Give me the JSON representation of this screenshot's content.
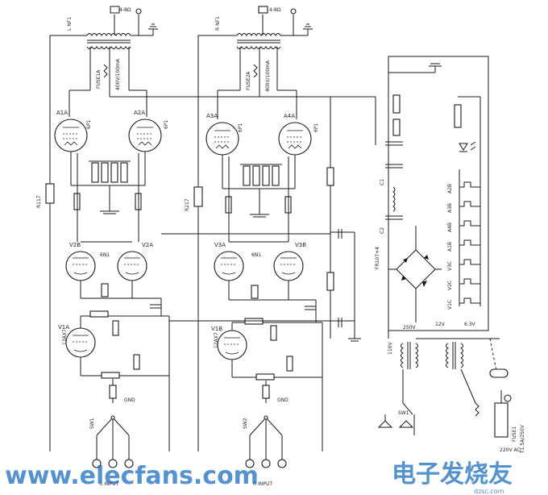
{
  "labels": {
    "spk_left": "4-8Ω",
    "spk_right": "4-8Ω",
    "out_tr_left": "L NF1",
    "out_tr_right": "R NF1",
    "fuse_left": "FUSE1A",
    "fuse_right": "FUSE2A",
    "fuse_left_val": "400V/100mA",
    "fuse_right_val": "400V/100mA",
    "tube_a1a": "A1A",
    "tube_a2a": "A2A",
    "tube_a3a": "A3A",
    "tube_a4a": "A4A",
    "tube_type_out": "6P1",
    "tube_v2b": "V2B",
    "tube_v2a": "V2A",
    "tube_v1a": "V1A",
    "tube_v1b": "V1B",
    "tube_v3a": "V3A",
    "tube_v3b": "V3B",
    "tube_type_pre1": "6N1",
    "tube_type_pre2": "12AX7",
    "r117": "R117",
    "r217": "R217",
    "c1": "C1",
    "c2": "C2",
    "bridge": "FR107×4",
    "ps_250v": "250V",
    "ps_6v3": "6.3V",
    "ps_12v": "12V",
    "ps_110v": "110V",
    "ps_220v": "220V AC",
    "sw1": "SW1",
    "sw2": "SW2",
    "fuse_main": "FUSE1",
    "fuse_main_val": "T1.5A/250V",
    "input_l": "L INPUT",
    "input_r": "R INPUT",
    "gnd": "GND",
    "watermark_en": "www.elecfans.com",
    "watermark_cn": "电子发烧友",
    "watermark_sub": "dzsc.com"
  }
}
